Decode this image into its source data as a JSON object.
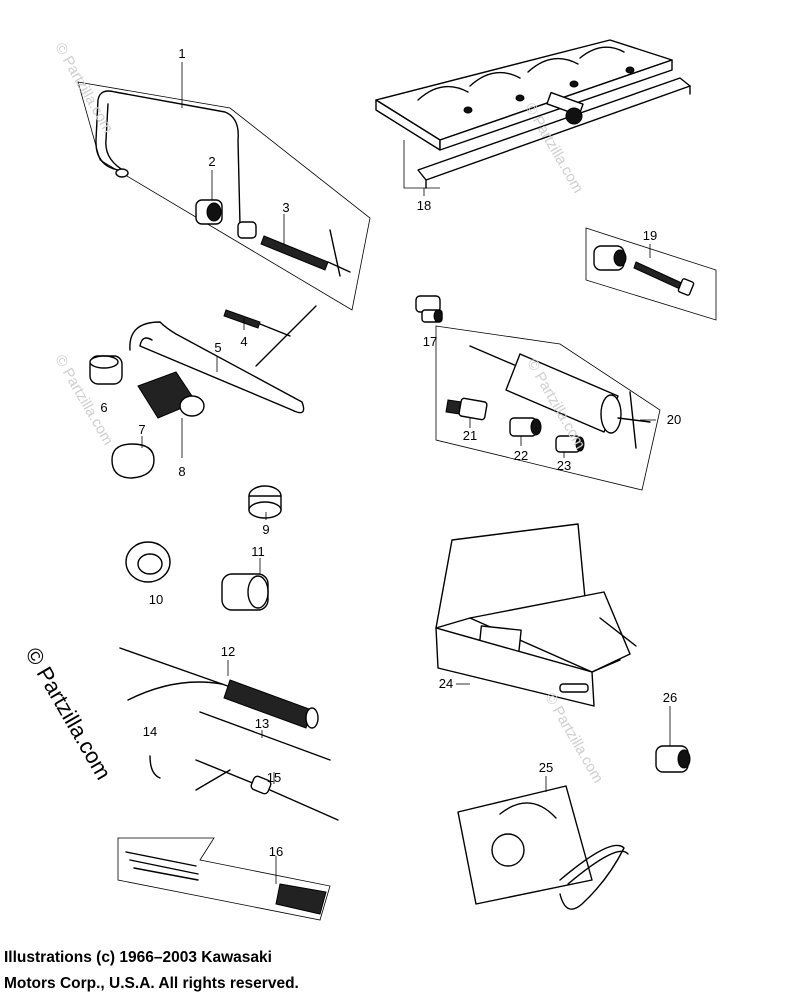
{
  "diagram": {
    "callouts": [
      {
        "id": "1",
        "text": "1"
      },
      {
        "id": "2",
        "text": "2"
      },
      {
        "id": "3",
        "text": "3"
      },
      {
        "id": "4",
        "text": "4"
      },
      {
        "id": "5",
        "text": "5"
      },
      {
        "id": "6",
        "text": "6"
      },
      {
        "id": "7",
        "text": "7"
      },
      {
        "id": "8",
        "text": "8"
      },
      {
        "id": "9",
        "text": "9"
      },
      {
        "id": "10",
        "text": "10"
      },
      {
        "id": "11",
        "text": "11"
      },
      {
        "id": "12",
        "text": "12"
      },
      {
        "id": "13",
        "text": "13"
      },
      {
        "id": "14",
        "text": "14"
      },
      {
        "id": "15",
        "text": "15"
      },
      {
        "id": "16",
        "text": "16"
      },
      {
        "id": "17",
        "text": "17"
      },
      {
        "id": "18",
        "text": "18"
      },
      {
        "id": "19",
        "text": "19"
      },
      {
        "id": "20",
        "text": "20"
      },
      {
        "id": "21",
        "text": "21"
      },
      {
        "id": "22",
        "text": "22"
      },
      {
        "id": "23",
        "text": "23"
      },
      {
        "id": "24",
        "text": "24"
      },
      {
        "id": "25",
        "text": "25"
      },
      {
        "id": "26",
        "text": "26"
      }
    ]
  },
  "watermark": {
    "side_text": "© Partzilla.com",
    "faint_text": "© Partzilla.com"
  },
  "copyright": {
    "line1": "Illustrations (c) 1966–2003 Kawasaki",
    "line2": "Motors Corp., U.S.A.  All rights reserved."
  }
}
